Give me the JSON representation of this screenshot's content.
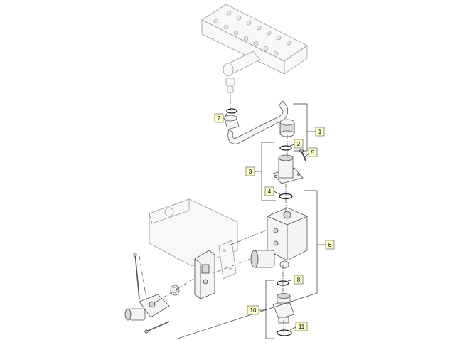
{
  "diagram": {
    "callout_fill": "#ffffc8",
    "callouts": [
      {
        "id": "c1",
        "label": "1"
      },
      {
        "id": "c2a",
        "label": "2"
      },
      {
        "id": "c2b",
        "label": "2"
      },
      {
        "id": "c3",
        "label": "3"
      },
      {
        "id": "c4",
        "label": "4"
      },
      {
        "id": "c5",
        "label": "5"
      },
      {
        "id": "c6",
        "label": "6"
      },
      {
        "id": "c8",
        "label": "8"
      },
      {
        "id": "c10",
        "label": "10"
      },
      {
        "id": "c11",
        "label": "11"
      }
    ]
  }
}
